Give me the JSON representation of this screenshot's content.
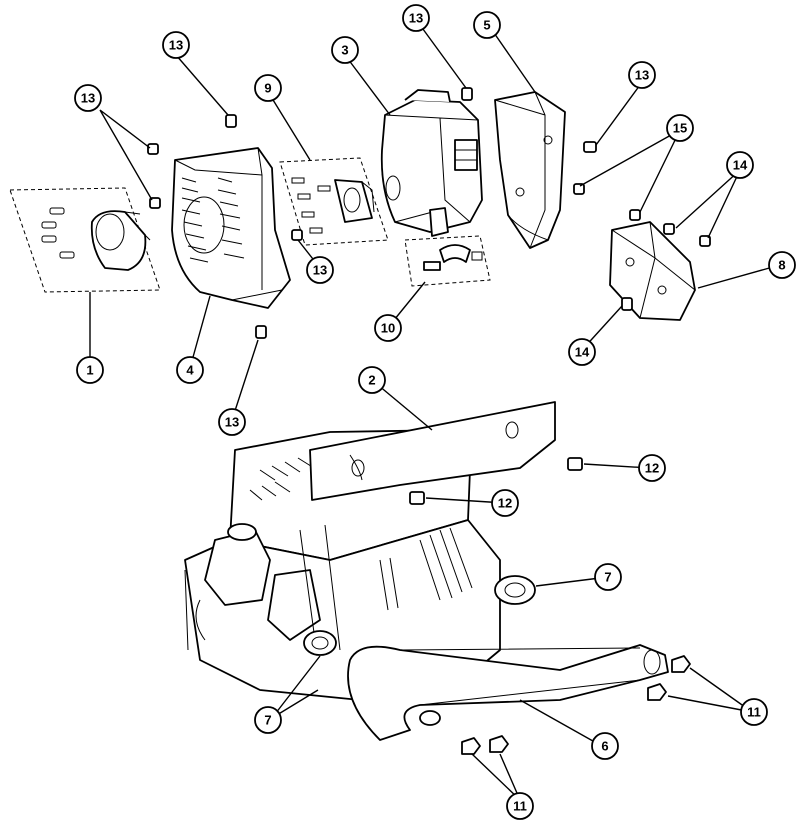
{
  "callouts": [
    {
      "id": "c1",
      "label": "1"
    },
    {
      "id": "c2",
      "label": "2"
    },
    {
      "id": "c3",
      "label": "3"
    },
    {
      "id": "c4",
      "label": "4"
    },
    {
      "id": "c5",
      "label": "5"
    },
    {
      "id": "c6",
      "label": "6"
    },
    {
      "id": "c7a",
      "label": "7"
    },
    {
      "id": "c7b",
      "label": "7"
    },
    {
      "id": "c8",
      "label": "8"
    },
    {
      "id": "c9",
      "label": "9"
    },
    {
      "id": "c10",
      "label": "10"
    },
    {
      "id": "c11a",
      "label": "11"
    },
    {
      "id": "c11b",
      "label": "11"
    },
    {
      "id": "c12a",
      "label": "12"
    },
    {
      "id": "c12b",
      "label": "12"
    },
    {
      "id": "c13a",
      "label": "13"
    },
    {
      "id": "c13b",
      "label": "13"
    },
    {
      "id": "c13c",
      "label": "13"
    },
    {
      "id": "c13d",
      "label": "13"
    },
    {
      "id": "c13e",
      "label": "13"
    },
    {
      "id": "c13f",
      "label": "13"
    },
    {
      "id": "c14a",
      "label": "14"
    },
    {
      "id": "c14b",
      "label": "14"
    },
    {
      "id": "c15",
      "label": "15"
    }
  ]
}
